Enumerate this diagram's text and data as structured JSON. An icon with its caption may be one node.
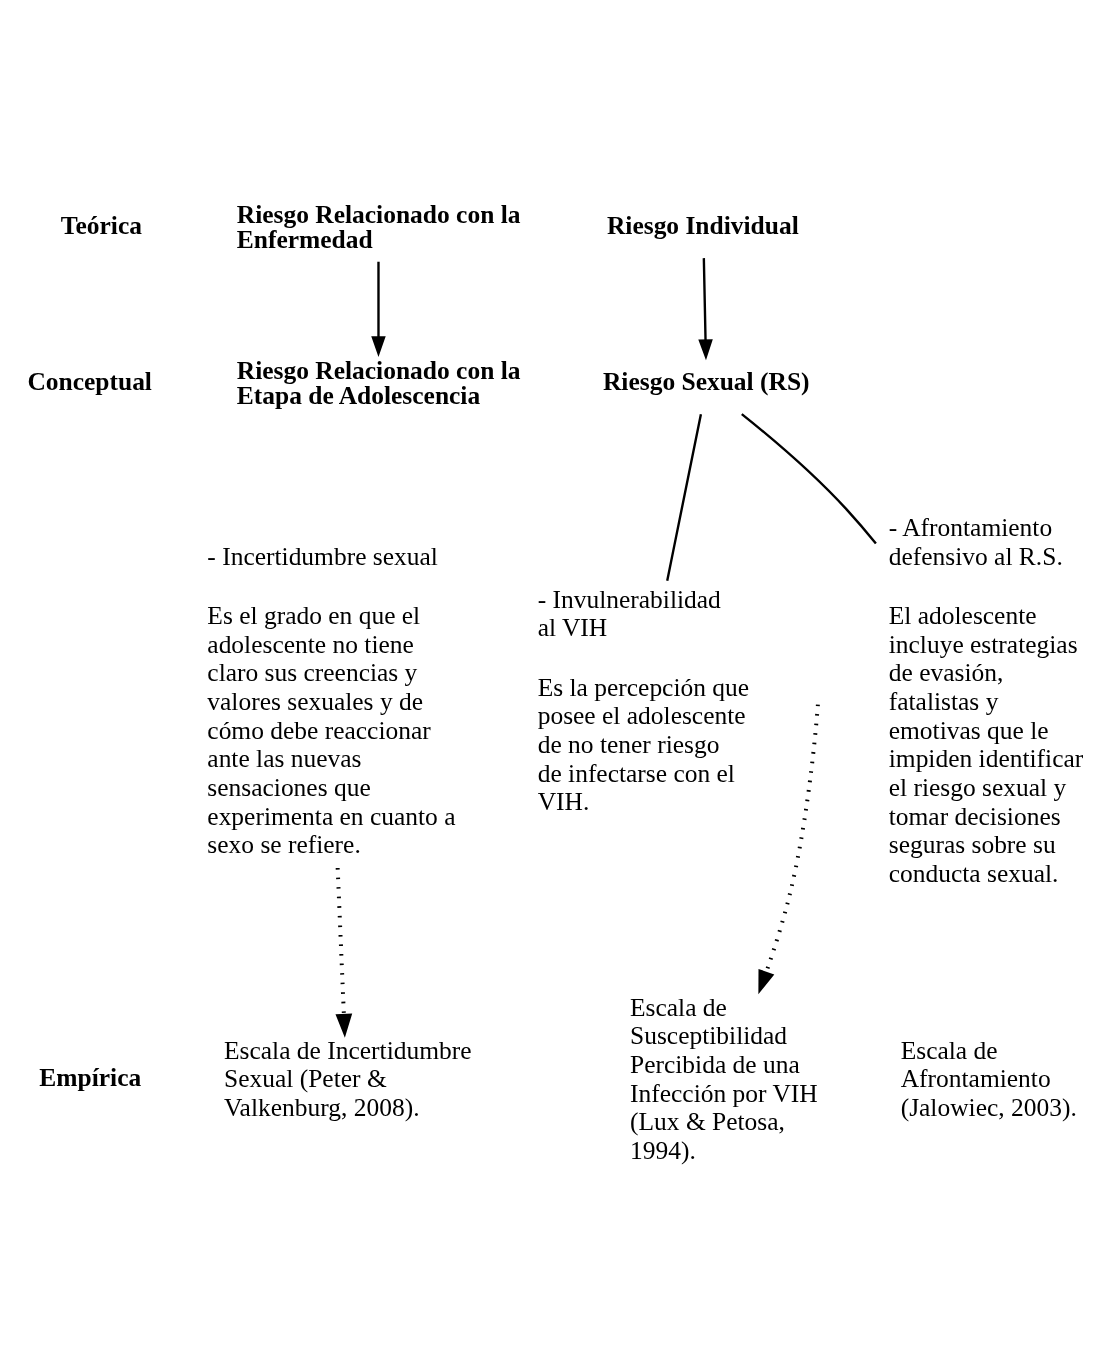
{
  "diagram": {
    "nodes": [
      {
        "text": [
          "Riesgo Relacionado con la Enfermedad"
        ]
      },
      {
        "text": [
          "Riesgo Individual"
        ]
      },
      {
        "text": [
          "Riesgo Relacionado con la Etapa de Adolescencia"
        ]
      },
      {
        "text": [
          "Riesgo Sexual (RS)"
        ]
      },
      {
        "text": [
          "- Incertidumbre sexual",
          "Es el grado en que el adolescente no tiene claro sus creencias y valores sexuales y de cómo debe reaccionar ante las nuevas sensaciones que experimenta en cuanto a sexo se refiere."
        ]
      },
      {
        "text": [
          "- Invulnerabilidad al VIH",
          "Es la percepción que posee el adolescente de no tener riesgo de infectarse con el VIH."
        ]
      },
      {
        "text": [
          "- Afrontamiento defensivo al R.S.",
          "El adolescente incluye estrategias de evasión, fatalistas y emotivas que le impiden identificar el riesgo sexual y tomar decisiones seguras sobre su conducta sexual."
        ]
      },
      {
        "text": [
          "Escala de Incertidumbre Sexual (Peter & Valkenburg, 2008)."
        ]
      },
      {
        "text": [
          "Escala de Susceptibilidad Percibida de una Infección por VIH (Lux & Petosa, 1994)."
        ]
      },
      {
        "text": [
          "Escala de Afrontamiento (Jalowiec, 2003)."
        ]
      }
    ],
    "edges": [
      {
        "from": 0,
        "to": 2,
        "arrow": "to"
      },
      {
        "from": 1,
        "to": 3,
        "arrow": "to"
      },
      {
        "from": 3,
        "to": 5,
        "arrow": "none"
      },
      {
        "from": 3,
        "to": 6,
        "arrow": "none"
      },
      {
        "from": 4,
        "to": 7,
        "arrow": "to",
        "style": "dashed"
      },
      {
        "from": null,
        "to": 8,
        "arrow": "to",
        "style": "dashed"
      }
    ],
    "labels": [
      "Teórica",
      "Conceptual",
      "Empírica"
    ]
  }
}
